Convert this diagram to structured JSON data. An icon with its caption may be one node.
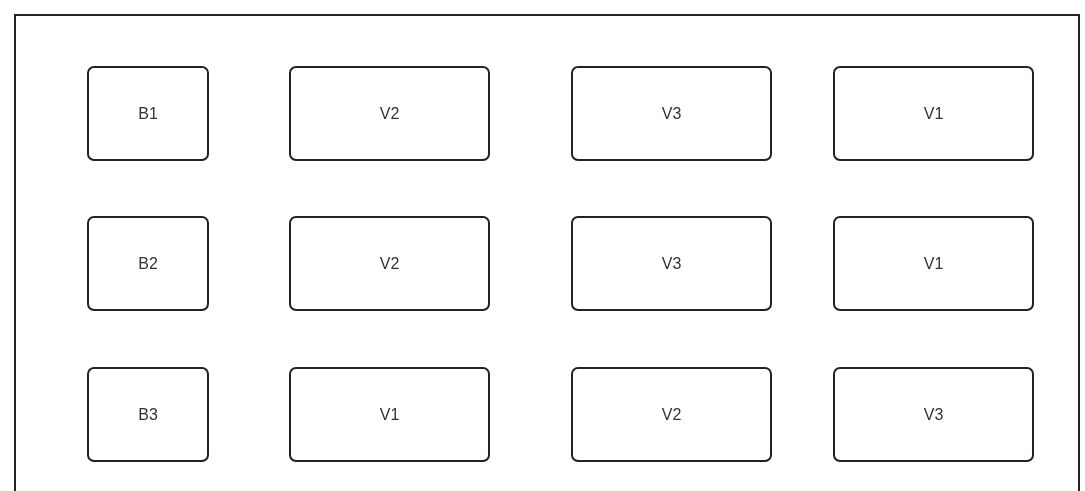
{
  "diagram": {
    "nodes": [
      {
        "text": [
          "B1"
        ]
      },
      {
        "text": [
          "V2"
        ]
      },
      {
        "text": [
          "V3"
        ]
      },
      {
        "text": [
          "V1"
        ]
      },
      {
        "text": [
          "B2"
        ]
      },
      {
        "text": [
          "V2"
        ]
      },
      {
        "text": [
          "V3"
        ]
      },
      {
        "text": [
          "V1"
        ]
      },
      {
        "text": [
          "B3"
        ]
      },
      {
        "text": [
          "V1"
        ]
      },
      {
        "text": [
          "V2"
        ]
      },
      {
        "text": [
          "V3"
        ]
      }
    ]
  }
}
